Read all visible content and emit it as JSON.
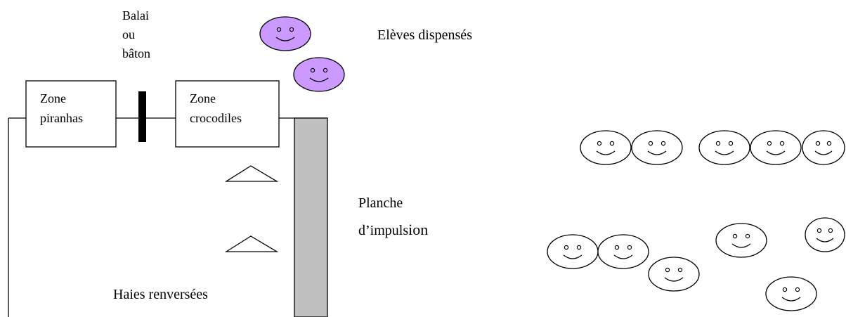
{
  "labels": {
    "balai": [
      "Balai",
      "ou",
      "bâton"
    ],
    "zone_piranhas": [
      "Zone",
      "piranhas"
    ],
    "zone_crocodiles": [
      "Zone",
      "crocodiles"
    ],
    "eleves_dispenses": "Elèves dispensés",
    "planche_line1": "Planche",
    "planche_line2_a": "d’impuls",
    "planche_line2_b": "ion",
    "haies": "Haies renversées"
  },
  "colors": {
    "dispensed_face_fill": "#cc99ff",
    "student_face_fill": "#ffffff",
    "board_fill": "#c0c0c0",
    "stroke": "#000000"
  },
  "icons": {
    "face": "smiley-face-icon",
    "hurdle": "triangle-icon"
  }
}
